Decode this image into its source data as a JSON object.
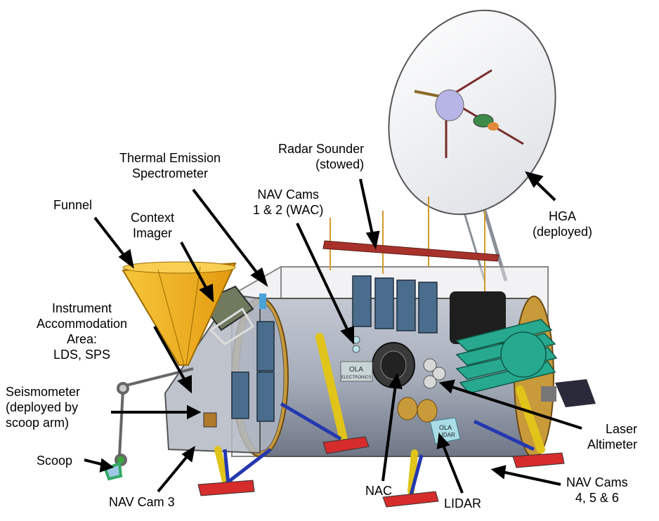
{
  "labels": {
    "thermal": [
      "Thermal Emission",
      "Spectrometer"
    ],
    "radar": [
      "Radar Sounder",
      "(stowed)"
    ],
    "funnel": [
      "Funnel"
    ],
    "context": [
      "Context",
      "Imager"
    ],
    "navcams12": [
      "NAV Cams",
      "1 & 2 (WAC)"
    ],
    "hga": [
      "HGA",
      "(deployed)"
    ],
    "instrument": [
      "Instrument",
      "Accommodation",
      "Area:",
      "LDS, SPS"
    ],
    "seismo": [
      "Seismometer",
      "(deployed by",
      "scoop arm)"
    ],
    "laser": [
      "Laser",
      "Altimeter"
    ],
    "scoop": [
      "Scoop"
    ],
    "navcam3": [
      "NAV Cam 3"
    ],
    "nac": [
      "NAC"
    ],
    "lidar": [
      "LIDAR"
    ],
    "navcams456": [
      "NAV Cams",
      "4, 5 & 6"
    ]
  },
  "equipment_text": {
    "ola": "OLA",
    "ola_sub": "ELECTRONICS",
    "ola_box": "OLA",
    "lidar_box": "LIDAR"
  },
  "colors": {
    "body": "#9ea6b5",
    "funnel": "#f2b01e",
    "radiator": "#27a98f",
    "radar_bar": "#a8322b",
    "legs": "#e0c419",
    "struts": "#2438b0",
    "footpads": "#d62c2c",
    "solar": "#4a6d8e",
    "gold": "#c89a3a"
  }
}
